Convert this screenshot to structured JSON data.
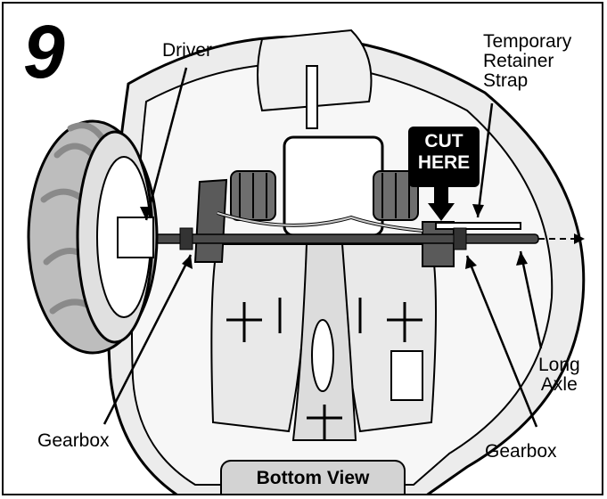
{
  "step_number": "9",
  "labels": {
    "driver": "Driver",
    "retainer_strap": "Temporary\nRetainer\nStrap",
    "cut_here": "CUT\nHERE",
    "gearbox_left": "Gearbox",
    "gearbox_right": "Gearbox",
    "long_axle": "Long\nAxle",
    "bottom_view": "Bottom View"
  }
}
